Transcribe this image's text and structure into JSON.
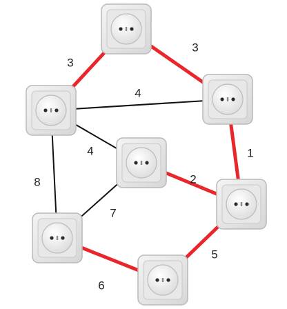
{
  "colors": {
    "highlight": "#e8262c",
    "normal": "#111111",
    "plate": "#e8e8e8",
    "plate_edge": "#b9b9b9",
    "face": "#f6f6f6",
    "hole": "#2a2a2a"
  },
  "nodes": [
    {
      "id": "top"
    },
    {
      "id": "upper-left"
    },
    {
      "id": "upper-right"
    },
    {
      "id": "center"
    },
    {
      "id": "right"
    },
    {
      "id": "lower-left"
    },
    {
      "id": "bottom"
    }
  ],
  "edges": [
    {
      "from": "top",
      "to": "upper-left",
      "weight": "3",
      "highlighted": true
    },
    {
      "from": "top",
      "to": "upper-right",
      "weight": "3",
      "highlighted": true
    },
    {
      "from": "upper-left",
      "to": "upper-right",
      "weight": "4",
      "highlighted": false
    },
    {
      "from": "upper-left",
      "to": "center",
      "weight": "4",
      "highlighted": false
    },
    {
      "from": "upper-left",
      "to": "lower-left",
      "weight": "8",
      "highlighted": false
    },
    {
      "from": "upper-right",
      "to": "right",
      "weight": "1",
      "highlighted": true
    },
    {
      "from": "center",
      "to": "right",
      "weight": "2",
      "highlighted": true
    },
    {
      "from": "center",
      "to": "lower-left",
      "weight": "7",
      "highlighted": false
    },
    {
      "from": "right",
      "to": "bottom",
      "weight": "5",
      "highlighted": true
    },
    {
      "from": "lower-left",
      "to": "bottom",
      "weight": "6",
      "highlighted": true
    }
  ]
}
